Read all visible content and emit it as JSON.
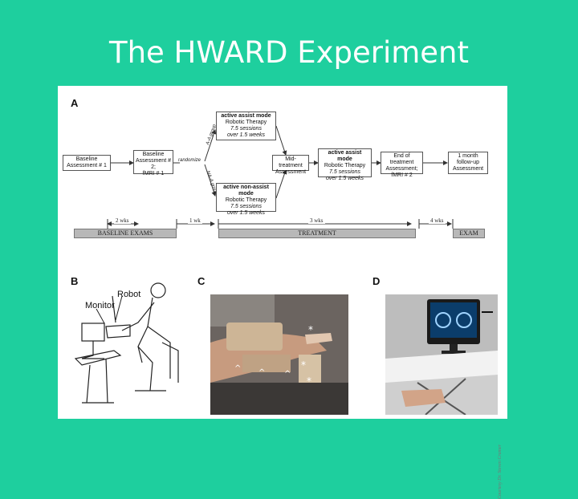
{
  "slide": {
    "title": "The HWARD Experiment"
  },
  "figure": {
    "panel_labels": {
      "a": "A",
      "b": "B",
      "c": "C",
      "d": "D"
    },
    "flow": {
      "baseline1": "Baseline Assessment # 1",
      "baseline2_line1": "Baseline",
      "baseline2_line2": "Assessment # 2;",
      "baseline2_line3": "fMRI # 1",
      "randomize": "randomize",
      "group_a": "A-A group",
      "group_b": "NA-A group",
      "top_title": "active assist mode",
      "top_line1": "Robotic Therapy",
      "top_line2": "7.5 sessions",
      "top_line3": "over 1.5 weeks",
      "bottom_title": "active non-assist mode",
      "bottom_line1": "Robotic Therapy",
      "bottom_line2": "7.5 sessions",
      "bottom_line3": "over 1.5 weeks",
      "mid_line1": "Mid-treatment",
      "mid_line2": "Assessment",
      "right_title": "active assist mode",
      "right_line1": "Robotic Therapy",
      "right_line2": "7.5 sessions",
      "right_line3": "over 1.5 weeks",
      "end_line1": "End of treatment",
      "end_line2": "Assessment;",
      "end_line3": "fMRI # 2",
      "follow_line1": "1 month",
      "follow_line2": "follow-up",
      "follow_line3": "Assessment"
    },
    "timeline": {
      "wk2": "2 wks",
      "wk1": "1 wk",
      "wk3": "3 wks",
      "wk4": "4 wks",
      "baseline_exams": "BASELINE EXAMS",
      "treatment": "TREATMENT",
      "exam": "EXAM"
    },
    "panel_b": {
      "monitor": "Monitor",
      "robot": "Robot"
    },
    "credit": "Courtesy Dr. Steven Cramer"
  }
}
